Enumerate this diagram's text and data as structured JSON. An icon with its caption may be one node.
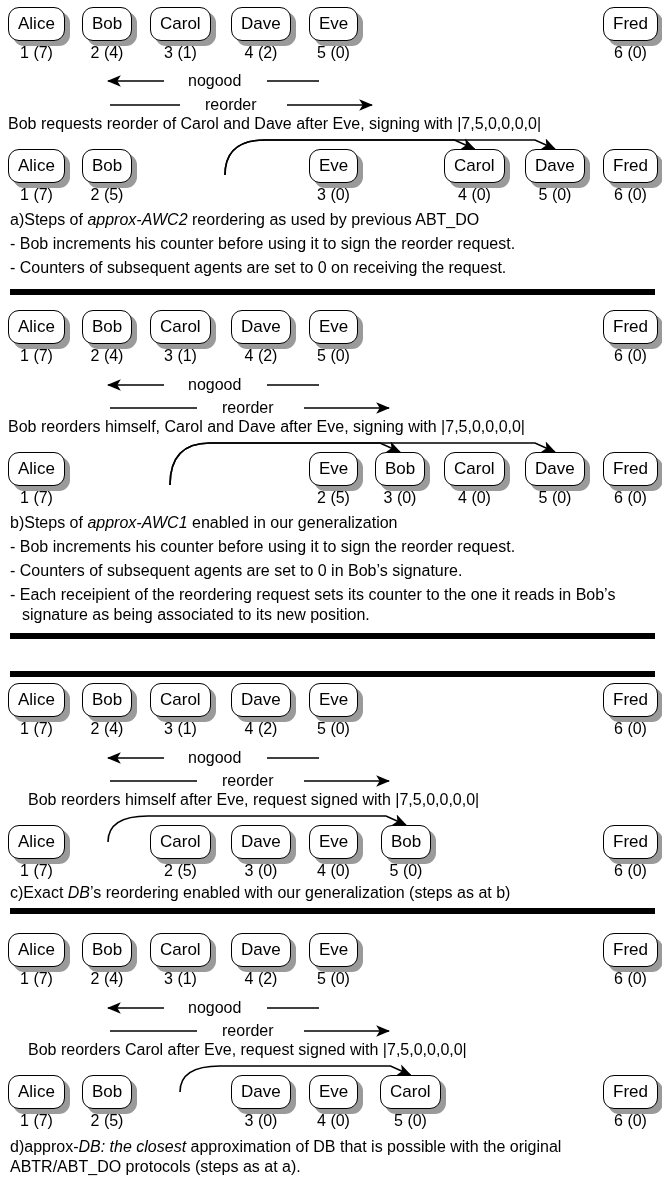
{
  "diagram": {
    "nodes": [
      {
        "text": [
          "Alice"
        ],
        "beside": [
          "1 (7)"
        ]
      },
      {
        "text": [
          "Bob"
        ],
        "beside": [
          "2 (4)"
        ]
      },
      {
        "text": [
          "Carol"
        ],
        "beside": [
          "3 (1)"
        ]
      },
      {
        "text": [
          "Dave"
        ],
        "beside": [
          "4 (2)"
        ]
      },
      {
        "text": [
          "Eve"
        ],
        "beside": [
          "5 (0)"
        ]
      },
      {
        "text": [
          "Fred"
        ],
        "beside": [
          "6 (0)"
        ]
      },
      {
        "text": [
          "Alice"
        ],
        "beside": [
          "1 (7)"
        ]
      },
      {
        "text": [
          "Bob"
        ],
        "beside": [
          "2 (5)"
        ]
      },
      {
        "text": [
          "Eve"
        ],
        "beside": [
          "3 (0)"
        ]
      },
      {
        "text": [
          "Carol"
        ],
        "beside": [
          "4 (0)"
        ]
      },
      {
        "text": [
          "Dave"
        ],
        "beside": [
          "5 (0)"
        ]
      },
      {
        "text": [
          "Fred"
        ],
        "beside": [
          "6 (0)"
        ]
      },
      {
        "text": [
          "Alice"
        ],
        "beside": [
          "1 (7)"
        ]
      },
      {
        "text": [
          "Bob"
        ],
        "beside": [
          "2 (4)"
        ]
      },
      {
        "text": [
          "Carol"
        ],
        "beside": [
          "3 (1)"
        ]
      },
      {
        "text": [
          "Dave"
        ],
        "beside": [
          "4 (2)"
        ]
      },
      {
        "text": [
          "Eve"
        ],
        "beside": [
          "5 (0)"
        ]
      },
      {
        "text": [
          "Fred"
        ],
        "beside": [
          "6 (0)"
        ]
      },
      {
        "text": [
          "Alice"
        ],
        "beside": [
          "1 (7)"
        ]
      },
      {
        "text": [
          "Eve"
        ],
        "beside": [
          "2 (5)"
        ]
      },
      {
        "text": [
          "Bob"
        ],
        "beside": [
          "3 (0)"
        ]
      },
      {
        "text": [
          "Carol"
        ],
        "beside": [
          "4 (0)"
        ]
      },
      {
        "text": [
          "Dave"
        ],
        "beside": [
          "5 (0)"
        ]
      },
      {
        "text": [
          "Fred"
        ],
        "beside": [
          "6 (0)"
        ]
      },
      {
        "text": [
          "Alice"
        ],
        "beside": [
          "1 (7)"
        ]
      },
      {
        "text": [
          "Bob"
        ],
        "beside": [
          "2 (4)"
        ]
      },
      {
        "text": [
          "Carol"
        ],
        "beside": [
          "3 (1)"
        ]
      },
      {
        "text": [
          "Dave"
        ],
        "beside": [
          "4 (2)"
        ]
      },
      {
        "text": [
          "Eve"
        ],
        "beside": [
          "5 (0)"
        ]
      },
      {
        "text": [
          "Fred"
        ],
        "beside": [
          "6 (0)"
        ]
      },
      {
        "text": [
          "Alice"
        ],
        "beside": [
          "1 (7)"
        ]
      },
      {
        "text": [
          "Carol"
        ],
        "beside": [
          "2 (5)"
        ]
      },
      {
        "text": [
          "Dave"
        ],
        "beside": [
          "3 (0)"
        ]
      },
      {
        "text": [
          "Eve"
        ],
        "beside": [
          "4 (0)"
        ]
      },
      {
        "text": [
          "Bob"
        ],
        "beside": [
          "5 (0)"
        ]
      },
      {
        "text": [
          "Fred"
        ],
        "beside": [
          "6 (0)"
        ]
      },
      {
        "text": [
          "Alice"
        ],
        "beside": [
          "1 (7)"
        ]
      },
      {
        "text": [
          "Bob"
        ],
        "beside": [
          "2 (4)"
        ]
      },
      {
        "text": [
          "Carol"
        ],
        "beside": [
          "3 (1)"
        ]
      },
      {
        "text": [
          "Dave"
        ],
        "beside": [
          "4 (2)"
        ]
      },
      {
        "text": [
          "Eve"
        ],
        "beside": [
          "5 (0)"
        ]
      },
      {
        "text": [
          "Fred"
        ],
        "beside": [
          "6 (0)"
        ]
      },
      {
        "text": [
          "Alice"
        ],
        "beside": [
          "1 (7)"
        ]
      },
      {
        "text": [
          "Bob"
        ],
        "beside": [
          "2 (5)"
        ]
      },
      {
        "text": [
          "Dave"
        ],
        "beside": [
          "3 (0)"
        ]
      },
      {
        "text": [
          "Eve"
        ],
        "beside": [
          "4 (0)"
        ]
      },
      {
        "text": [
          "Carol"
        ],
        "beside": [
          "5 (0)"
        ]
      },
      {
        "text": [
          "Fred"
        ],
        "beside": [
          "6 (0)"
        ]
      }
    ],
    "edges": [
      {
        "from": null,
        "to": 9,
        "arrow": "to"
      },
      {
        "from": null,
        "to": 10,
        "arrow": "to"
      },
      {
        "from": null,
        "to": 20,
        "arrow": "to"
      },
      {
        "from": null,
        "to": 22,
        "arrow": "to"
      },
      {
        "from": null,
        "to": 34,
        "arrow": "to"
      },
      {
        "from": null,
        "to": 46,
        "arrow": "to"
      }
    ],
    "labels": [
      "nogood",
      "reorder",
      "Bob requests reorder of Carol and Dave after Eve, signing with |7,5,0,0,0,0|",
      "a)Steps of *approx-AWC2* reordering as used by previous ABT_DO",
      "- Bob increments his counter before using it to sign the reorder request.",
      "- Counters of subsequent agents are set to 0 on receiving the request.",
      "nogood",
      "reorder",
      "Bob reorders himself, Carol and Dave after Eve, signing with |7,5,0,0,0,0|",
      "b)Steps of *approx-AWC1* enabled in our generalization",
      "- Bob increments his counter before using it to sign the reorder request.",
      "- Counters of subsequent agents are set to 0 in Bob’s signature.",
      "- Each receipient of the reordering request sets its counter to the one it reads in Bob’s signature as being associated to its new position.",
      "nogood",
      "reorder",
      "Bob reorders himself after Eve, request signed with |7,5,0,0,0,0|",
      "c)Exact *DB*’s reordering enabled with our generalization (steps as at b)",
      "nogood",
      "reorder",
      "Bob reorders Carol after Eve, request signed with |7,5,0,0,0,0|",
      "d)approx-*DB: the closest* approximation of DB that is possible with the original ABTR/ABT_DO protocols (steps as at a)."
    ]
  }
}
